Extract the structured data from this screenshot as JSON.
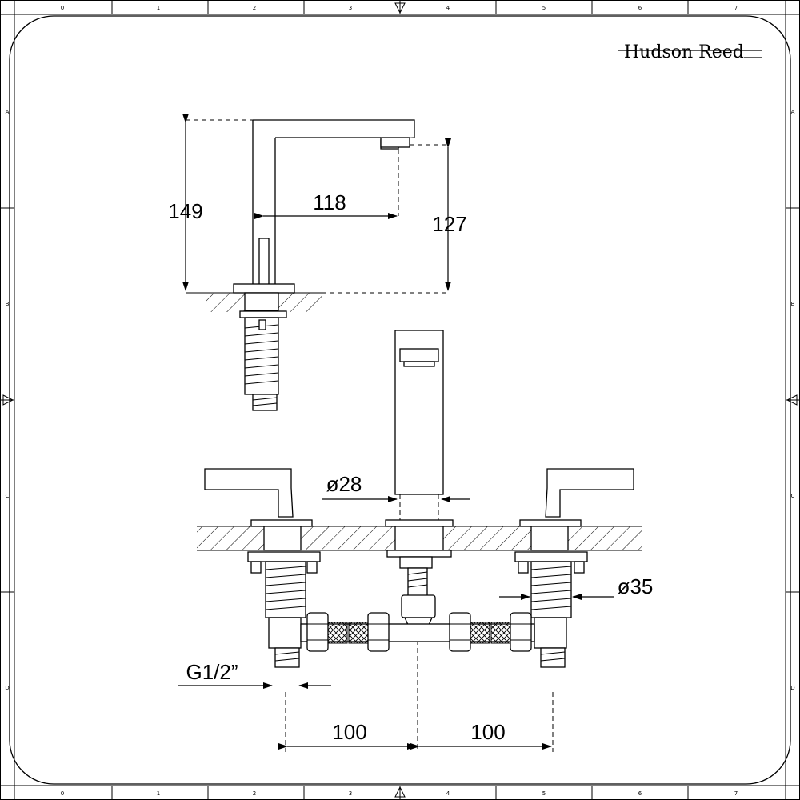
{
  "brand": {
    "name": "Hudson Reed"
  },
  "frame": {
    "col_labels": [
      "0",
      "1",
      "2",
      "3",
      "4",
      "5",
      "6",
      "7"
    ],
    "row_labels": [
      "A",
      "B",
      "C",
      "D"
    ]
  },
  "dimensions": {
    "total_height": "149",
    "spout_reach": "118",
    "spout_height": "127",
    "spout_diameter": "ø28",
    "valve_diameter": "ø35",
    "connection": "G1/2”",
    "left_spacing": "100",
    "right_spacing": "100"
  }
}
